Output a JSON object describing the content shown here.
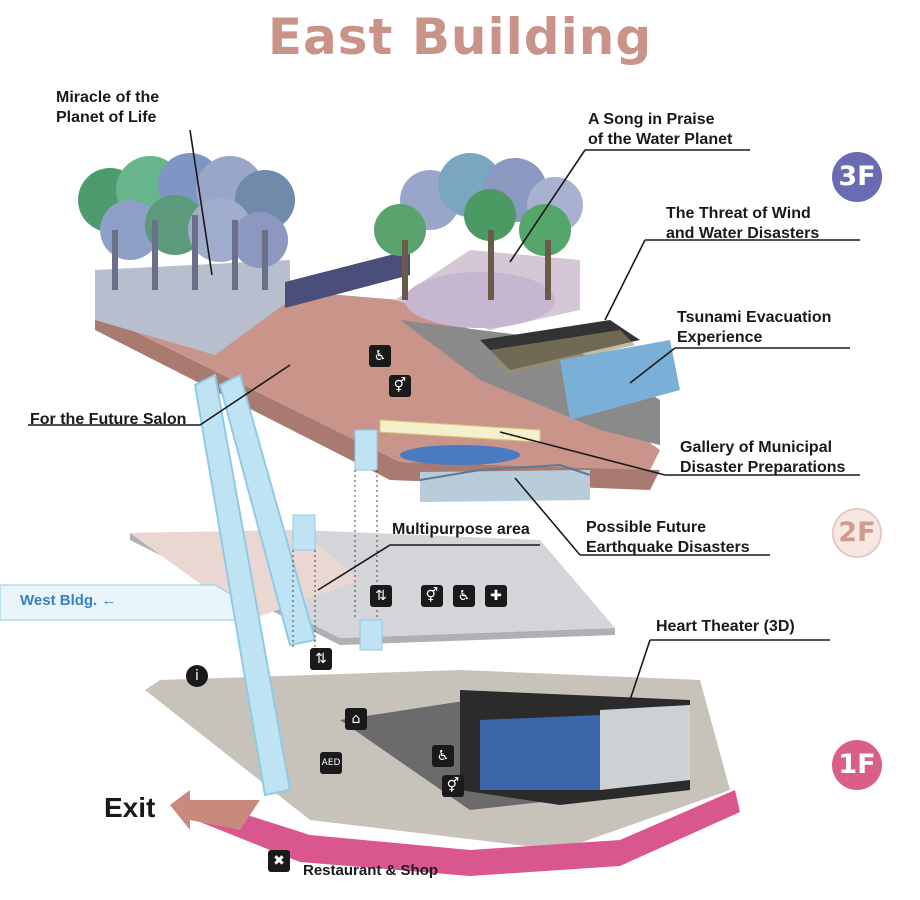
{
  "title": "East Building",
  "floors": [
    "3F",
    "2F",
    "1F"
  ],
  "labels": {
    "miracle": "Miracle of the\nPlanet of Life",
    "song": "A Song in Praise\nof the Water Planet",
    "threat": "The Threat of Wind\nand Water Disasters",
    "tsunami": "Tsunami Evacuation\nExperience",
    "salon": "For the Future Salon",
    "gallery": "Gallery of Municipal\nDisaster Preparations",
    "earthquake": "Possible Future\nEarthquake Disasters",
    "multipurpose": "Multipurpose area",
    "heart": "Heart Theater (3D)",
    "west": "West Bldg. ←",
    "exit": "Exit",
    "restaurant": "Restaurant & Shop",
    "aed": "AED"
  },
  "colors": {
    "title": "#c9938a",
    "floor3": "#6a6cb3",
    "floor2_text": "#cf9c92",
    "floor1": "#d95e8a",
    "escalator": "#bfe3f2",
    "walkway": "#e8f5fb",
    "west_text": "#3a7fc0",
    "floor3_slab": "#c9958a",
    "floor2_slab": "#d3d5d8",
    "floor1_band": "#d9568f"
  },
  "icons": [
    "wheelchair-icon",
    "restroom-icon",
    "elevator-icon",
    "first-aid-icon",
    "information-icon",
    "shop-icon",
    "aed-icon",
    "restaurant-icon",
    "exit-arrow-icon"
  ]
}
